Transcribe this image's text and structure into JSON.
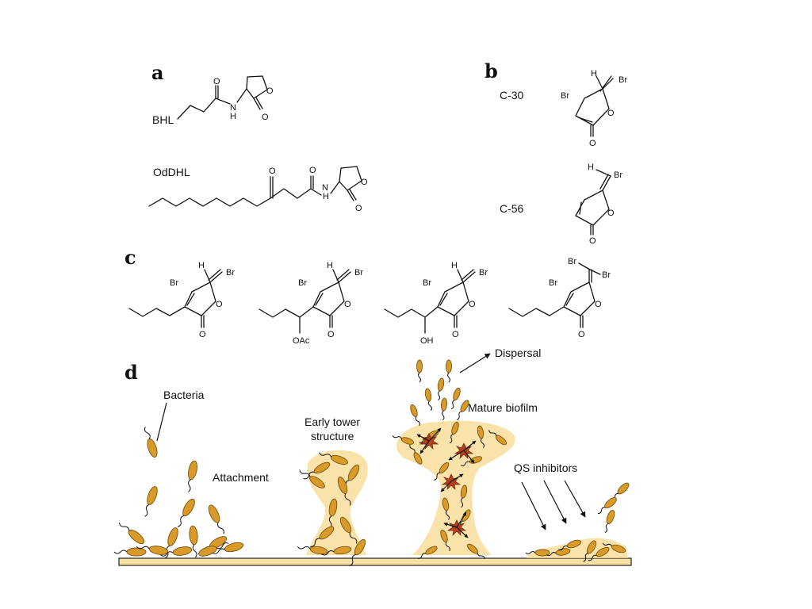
{
  "panels": {
    "a": {
      "letter": "a",
      "compounds": [
        {
          "label": "BHL",
          "atoms": {
            "N": "N",
            "H": "H",
            "O1": "O",
            "O2": "O",
            "O3": "O"
          }
        },
        {
          "label": "OdDHL",
          "atoms": {
            "O_keto": "O",
            "N": "N",
            "H": "H",
            "O_amide": "O",
            "O_ring": "O",
            "O_carbonyl": "O"
          }
        }
      ]
    },
    "b": {
      "letter": "b",
      "compounds": [
        {
          "label": "C-30",
          "atoms": {
            "H": "H",
            "Br_exo": "Br",
            "Br_ring": "Br",
            "O_ring": "O",
            "O_carbonyl": "O"
          }
        },
        {
          "label": "C-56",
          "atoms": {
            "H": "H",
            "Br_exo": "Br",
            "O_ring": "O",
            "O_carbonyl": "O"
          }
        }
      ]
    },
    "c": {
      "letter": "c",
      "compounds": [
        {
          "atoms": {
            "H": "H",
            "Br_exo": "Br",
            "Br_ring": "Br",
            "O_ring": "O",
            "O_carbonyl": "O"
          }
        },
        {
          "atoms": {
            "H": "H",
            "Br_exo": "Br",
            "Br_ring": "Br",
            "O_ring": "O",
            "O_carbonyl": "O",
            "sub": "OAc"
          }
        },
        {
          "atoms": {
            "H": "H",
            "Br_exo": "Br",
            "Br_ring": "Br",
            "O_ring": "O",
            "O_carbonyl": "O",
            "sub": "OH"
          }
        },
        {
          "atoms": {
            "Br_a": "Br",
            "Br_b": "Br",
            "Br_ring": "Br",
            "O_ring": "O",
            "O_carbonyl": "O"
          }
        }
      ]
    },
    "d": {
      "letter": "d",
      "labels": {
        "bacteria": "Bacteria",
        "attachment": "Attachment",
        "early_tower_1": "Early tower",
        "early_tower_2": "structure",
        "dispersal": "Dispersal",
        "mature_biofilm": "Mature biofilm",
        "qs_inhibitors": "QS inhibitors"
      }
    }
  },
  "colors": {
    "bacterium": "#d89b2a",
    "biofilm_matrix": "#f8d98e",
    "qs_signal": "#b5401a",
    "substrate": "#f6e0a3"
  }
}
